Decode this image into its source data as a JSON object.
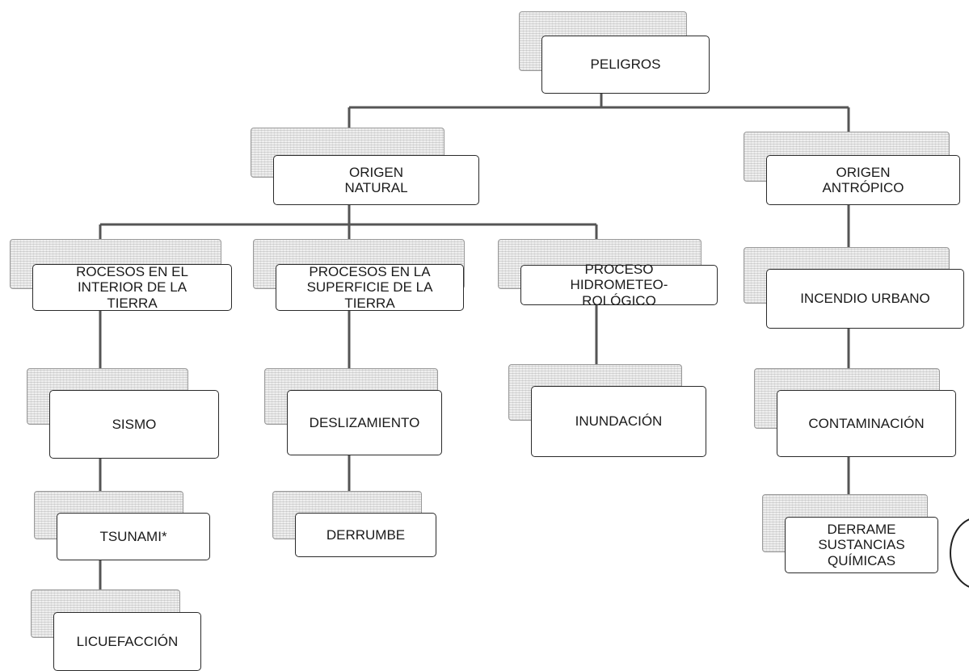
{
  "diagram": {
    "nodes": {
      "peligros": "PELIGROS",
      "origen_natural": "ORIGEN\nNATURAL",
      "origen_antropico": "ORIGEN\nANTRÓPICO",
      "interior_tierra": "ROCESOS EN EL\nINTERIOR DE LA\nTIERRA",
      "superficie_tierra": "PROCESOS EN LA\nSUPERFICIE DE LA\nTIERRA",
      "hidrometeorologico": "PROCESO\nHIDROMETEO-\nROLÓGICO",
      "incendio_urbano": "INCENDIO URBANO",
      "sismo": "SISMO",
      "deslizamiento": "DESLIZAMIENTO",
      "inundacion": "INUNDACIÓN",
      "contaminacion": "CONTAMINACIÓN",
      "tsunami": "TSUNAMI*",
      "derrumbe": "DERRUMBE",
      "derrame": "DERRAME\nSUSTANCIAS\nQUÍMICAS",
      "licuefaccion": "LICUEFACCIÓN"
    },
    "edges": [
      [
        "peligros",
        "origen_natural"
      ],
      [
        "peligros",
        "origen_antropico"
      ],
      [
        "origen_natural",
        "interior_tierra"
      ],
      [
        "origen_natural",
        "superficie_tierra"
      ],
      [
        "origen_natural",
        "hidrometeorologico"
      ],
      [
        "origen_antropico",
        "incendio_urbano"
      ],
      [
        "interior_tierra",
        "sismo"
      ],
      [
        "sismo",
        "tsunami"
      ],
      [
        "tsunami",
        "licuefaccion"
      ],
      [
        "superficie_tierra",
        "deslizamiento"
      ],
      [
        "deslizamiento",
        "derrumbe"
      ],
      [
        "hidrometeorologico",
        "inundacion"
      ],
      [
        "incendio_urbano",
        "contaminacion"
      ],
      [
        "contaminacion",
        "derrame"
      ]
    ]
  }
}
